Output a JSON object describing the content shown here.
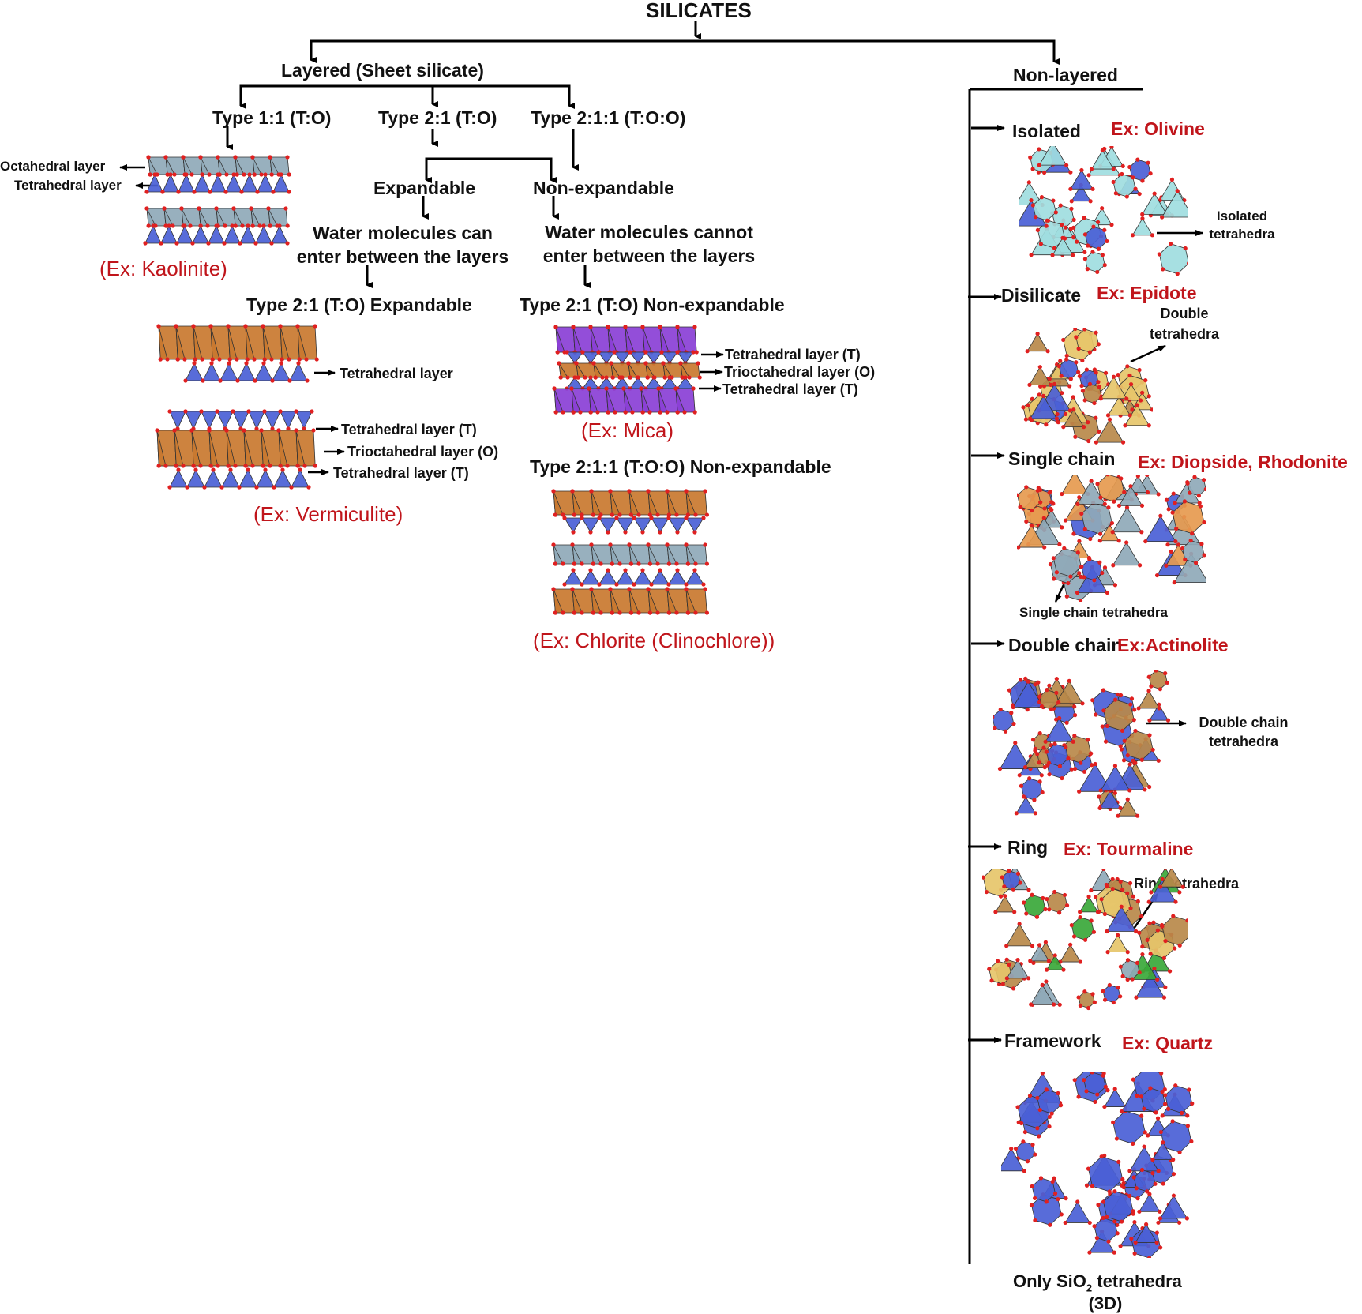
{
  "title": "SILICATES",
  "layered": {
    "label": "Layered (Sheet silicate)",
    "types": [
      {
        "label": "Type 1:1 (T:O)"
      },
      {
        "label": "Type 2:1 (T:O)"
      },
      {
        "label": "Type 2:1:1 (T:O:O)"
      }
    ],
    "kaolinite": {
      "octahedral_label": "Octahedral layer",
      "tetrahedral_label": "Tetrahedral layer",
      "example": "(Ex: Kaolinite)"
    },
    "expandable": {
      "label": "Expandable",
      "desc_line1": "Water molecules can",
      "desc_line2": "enter between the layers",
      "heading": "Type 2:1 (T:O) Expandable",
      "top_label": "Tetrahedral layer",
      "layers": [
        "Tetrahedral layer (T)",
        "Trioctahedral layer (O)",
        "Tetrahedral layer (T)"
      ],
      "example": "(Ex: Vermiculite)"
    },
    "non_expandable": {
      "label": "Non-expandable",
      "desc_line1": "Water molecules cannot",
      "desc_line2": "enter between the layers",
      "heading": "Type 2:1 (T:O) Non-expandable",
      "layers": [
        "Tetrahedral layer (T)",
        "Trioctahedral layer (O)",
        "Tetrahedral layer (T)"
      ],
      "example": "(Ex: Mica)"
    },
    "chlorite": {
      "heading": "Type 2:1:1 (T:O:O) Non-expandable",
      "example": "(Ex: Chlorite (Clinochlore))"
    }
  },
  "non_layered": {
    "label": "Non-layered",
    "items": [
      {
        "name": "Isolated",
        "example": "Ex: Olivine",
        "annotation_line1": "Isolated",
        "annotation_line2": "tetrahedra"
      },
      {
        "name": "Disilicate",
        "example": "Ex: Epidote",
        "annotation_line1": "Double",
        "annotation_line2": "tetrahedra"
      },
      {
        "name": "Single chain",
        "example": "Ex: Diopside, Rhodonite",
        "annotation_line1": "Single chain tetrahedra",
        "annotation_line2": ""
      },
      {
        "name": "Double chain",
        "example": "Ex:Actinolite",
        "annotation_line1": "Double chain",
        "annotation_line2": "tetrahedra"
      },
      {
        "name": "Ring",
        "example": "Ex: Tourmaline",
        "annotation_line1": "Ring tetrahedra",
        "annotation_line2": ""
      },
      {
        "name": "Framework",
        "example": "Ex: Quartz",
        "annotation_line1": "Only SiO",
        "annotation_sub": "2",
        "annotation_line1b": " tetrahedra",
        "annotation_line2": "(3D)"
      }
    ]
  },
  "colors": {
    "example_red": "#c0151b",
    "tetrahedra_blue": "#4a5fd6",
    "octahedra_grey": "#8fa9b8",
    "octahedra_orange": "#c9782f",
    "mica_purple": "#8a3fd6",
    "olivine_cyan": "#9fdde0",
    "epidote_yellow": "#e6c66a",
    "oxygen_red": "#e02020"
  }
}
